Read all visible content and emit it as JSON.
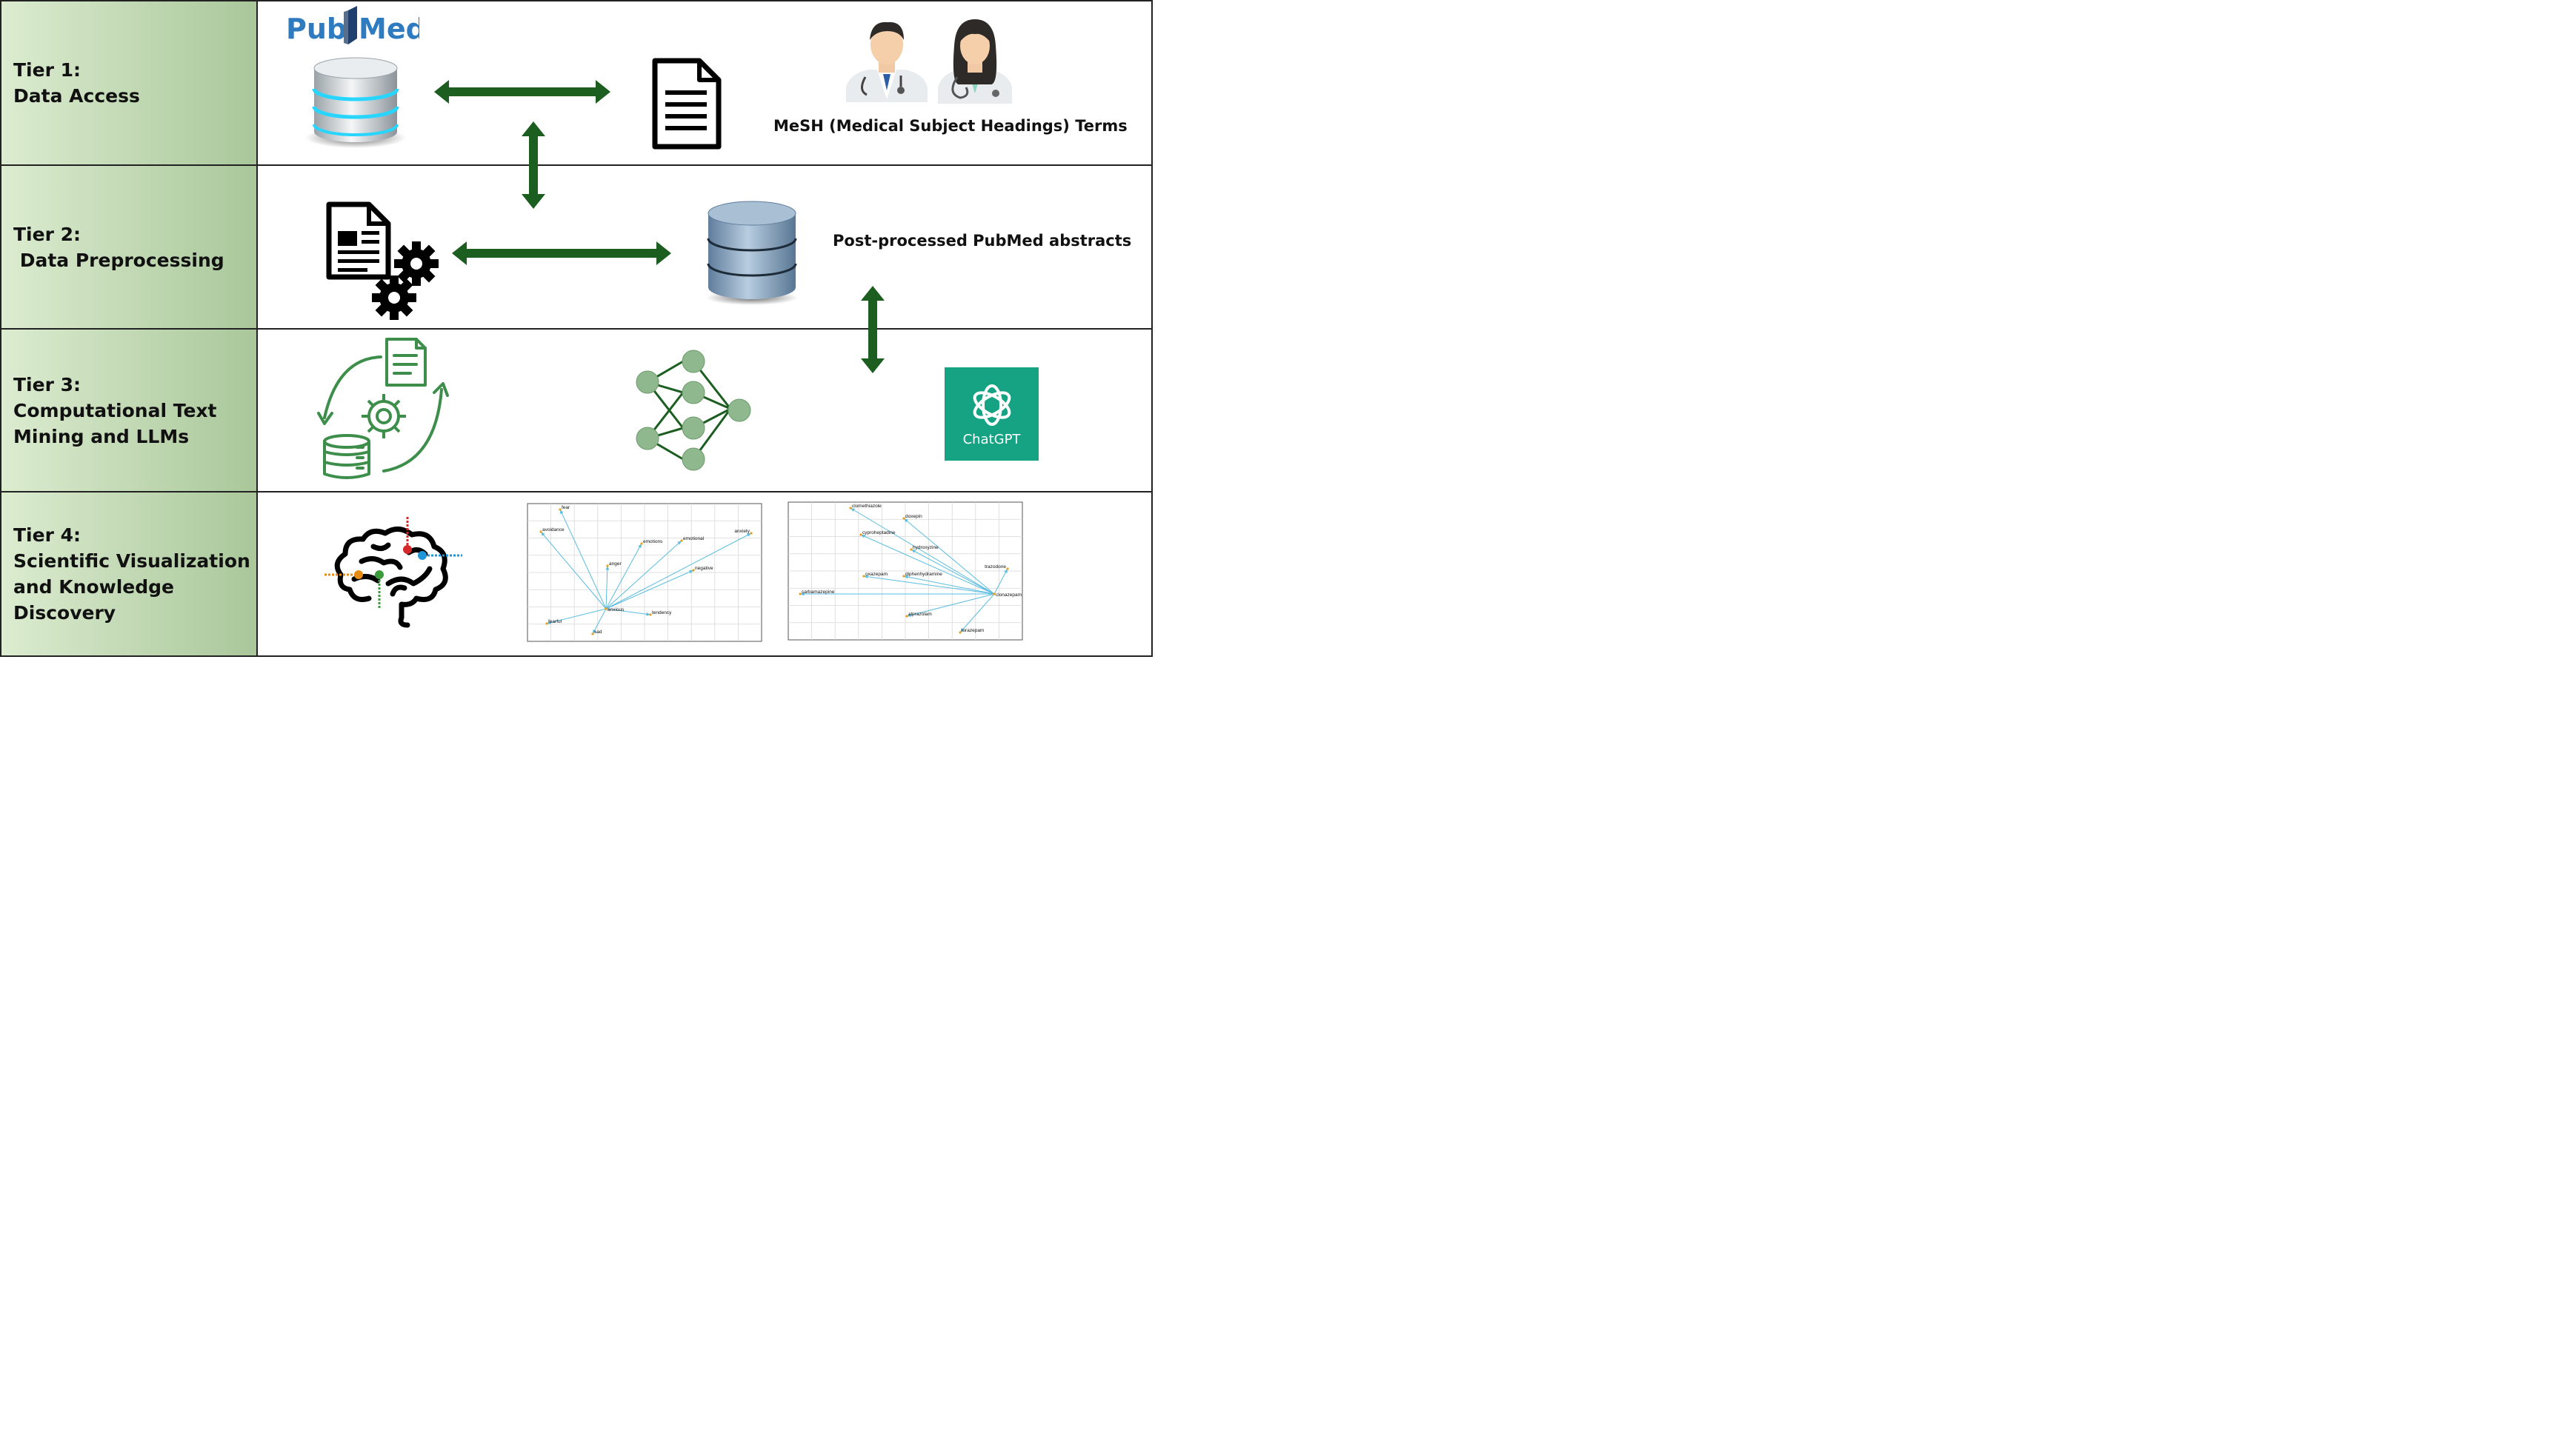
{
  "tiers": [
    {
      "lines": [
        "Tier 1:",
        "Data Access"
      ]
    },
    {
      "lines": [
        "Tier 2:",
        " Data Preprocessing"
      ]
    },
    {
      "lines": [
        "Tier 3:",
        "Computational Text",
        "Mining and LLMs"
      ]
    },
    {
      "lines": [
        "Tier 4:",
        "Scientific Visualization",
        "and Knowledge",
        "Discovery"
      ]
    }
  ],
  "logo": {
    "pub": "Pub",
    "med": "Med"
  },
  "captions": {
    "mesh": "MeSH (Medical Subject Headings) Terms",
    "postprocessed": "Post-processed PubMed abstracts"
  },
  "chatgpt": {
    "label": "ChatGPT"
  },
  "icons": [
    "pubmed-database-icon",
    "document-icon",
    "doctor-male-icon",
    "doctor-female-icon",
    "document-gears-icon",
    "database-icon",
    "text-mining-cycle-icon",
    "neural-network-icon",
    "chatgpt-logo-icon",
    "brain-icon"
  ],
  "colors": {
    "arrow": "#1b5e20",
    "tier_gradient_start": "#dcecd0",
    "tier_gradient_end": "#a9c79a",
    "chatgpt": "#16a384",
    "pubmed_blue": "#2e7bbf",
    "vector": "#5bbde0"
  },
  "plots": [
    {
      "origin_label": "anxious",
      "terms": [
        "fear",
        "avoidance",
        "emotions",
        "emotional",
        "anxiety",
        "anger",
        "negative",
        "tendency",
        "fearful",
        "sad"
      ]
    },
    {
      "origin_label": "clonazepam",
      "terms": [
        "clomethiazole",
        "doxepin",
        "cyproheptadine",
        "hydroxyzine",
        "trazodone",
        "oxazepam",
        "diphenhydramine",
        "carbamazepine",
        "alprazolam",
        "lorazepam"
      ]
    }
  ]
}
